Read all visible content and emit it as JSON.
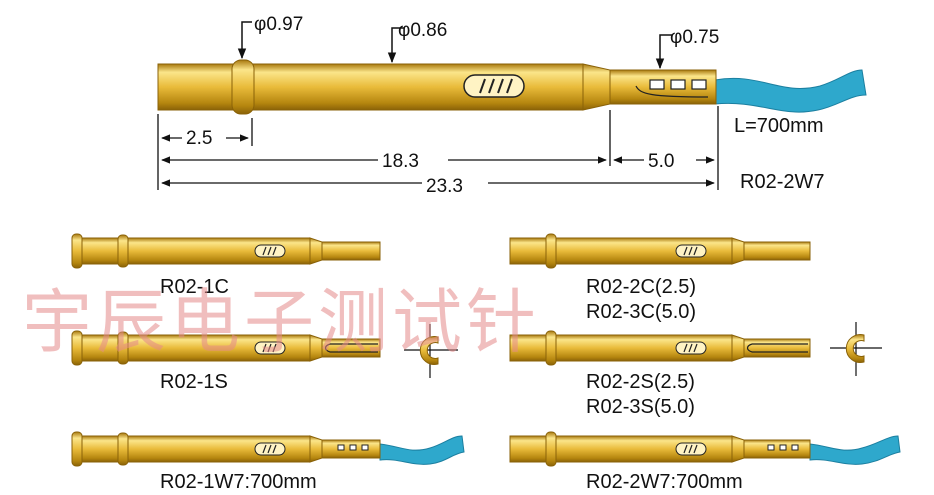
{
  "colors": {
    "gold_light": "#fbe58a",
    "gold_mid": "#e9bb3a",
    "gold_dark": "#a8780e",
    "wire": "#2ea8cc",
    "watermark": "#e58a8a",
    "line": "#111111"
  },
  "top_diagram": {
    "dia_head": "φ0.97",
    "dia_body": "φ0.86",
    "dia_tip": "φ0.75",
    "dim_head": "2.5",
    "dim_body": "18.3",
    "dim_tip": "5.0",
    "dim_total": "23.3",
    "wire_length": "L=700mm",
    "model": "R02-2W7"
  },
  "variants": {
    "r02_1c": "R02-1C",
    "r02_1s": "R02-1S",
    "r02_1w7": "R02-1W7:700mm",
    "r02_2c": "R02-2C(2.5)",
    "r02_3c": "R02-3C(5.0)",
    "r02_2s": "R02-2S(2.5)",
    "r02_3s": "R02-3S(5.0)",
    "r02_2w7": "R02-2W7:700mm"
  },
  "watermark": "宇辰电子测试针"
}
